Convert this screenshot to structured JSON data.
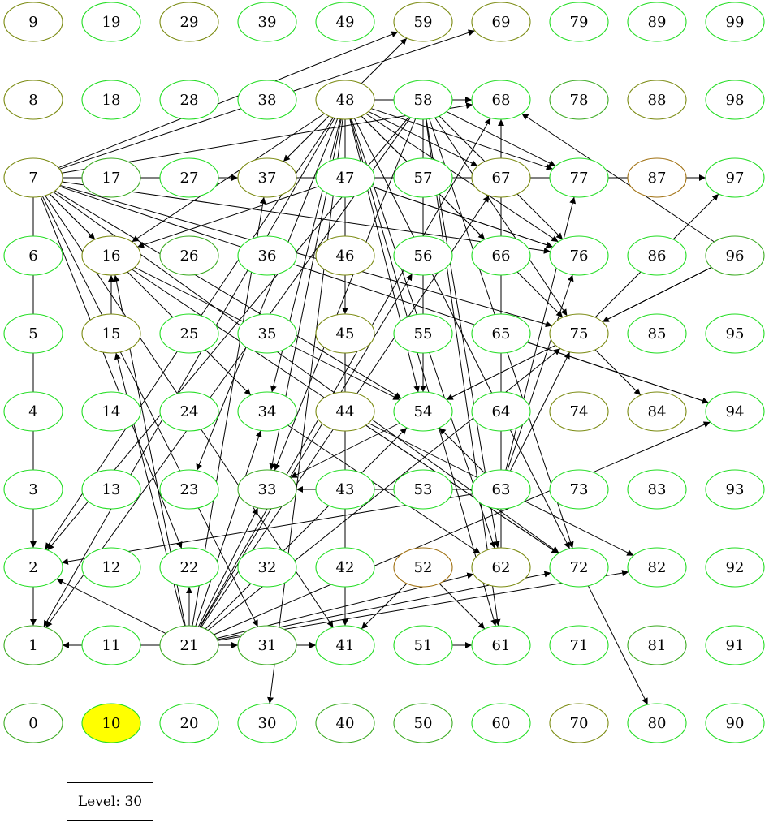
{
  "colors": {
    "node_bright": "#22dd22",
    "node_olive": "#7a8a10",
    "node_green": "#3aaa20",
    "node_brown": "#a07010",
    "highlight_fill": "#ffff00",
    "edge": "#000000"
  },
  "nodes": [
    {
      "id": "0",
      "label": "0",
      "style": "green"
    },
    {
      "id": "1",
      "label": "1",
      "style": "green"
    },
    {
      "id": "2",
      "label": "2",
      "style": "bright"
    },
    {
      "id": "3",
      "label": "3",
      "style": "bright"
    },
    {
      "id": "4",
      "label": "4",
      "style": "bright"
    },
    {
      "id": "5",
      "label": "5",
      "style": "bright"
    },
    {
      "id": "6",
      "label": "6",
      "style": "bright"
    },
    {
      "id": "7",
      "label": "7",
      "style": "olive"
    },
    {
      "id": "8",
      "label": "8",
      "style": "olive"
    },
    {
      "id": "9",
      "label": "9",
      "style": "olive"
    },
    {
      "id": "10",
      "label": "10",
      "style": "highlight"
    },
    {
      "id": "11",
      "label": "11",
      "style": "bright"
    },
    {
      "id": "12",
      "label": "12",
      "style": "bright"
    },
    {
      "id": "13",
      "label": "13",
      "style": "bright"
    },
    {
      "id": "14",
      "label": "14",
      "style": "bright"
    },
    {
      "id": "15",
      "label": "15",
      "style": "olive"
    },
    {
      "id": "16",
      "label": "16",
      "style": "olive"
    },
    {
      "id": "17",
      "label": "17",
      "style": "green"
    },
    {
      "id": "18",
      "label": "18",
      "style": "bright"
    },
    {
      "id": "19",
      "label": "19",
      "style": "bright"
    },
    {
      "id": "20",
      "label": "20",
      "style": "bright"
    },
    {
      "id": "21",
      "label": "21",
      "style": "green"
    },
    {
      "id": "22",
      "label": "22",
      "style": "bright"
    },
    {
      "id": "23",
      "label": "23",
      "style": "bright"
    },
    {
      "id": "24",
      "label": "24",
      "style": "bright"
    },
    {
      "id": "25",
      "label": "25",
      "style": "bright"
    },
    {
      "id": "26",
      "label": "26",
      "style": "green"
    },
    {
      "id": "27",
      "label": "27",
      "style": "bright"
    },
    {
      "id": "28",
      "label": "28",
      "style": "bright"
    },
    {
      "id": "29",
      "label": "29",
      "style": "olive"
    },
    {
      "id": "30",
      "label": "30",
      "style": "bright"
    },
    {
      "id": "31",
      "label": "31",
      "style": "green"
    },
    {
      "id": "32",
      "label": "32",
      "style": "bright"
    },
    {
      "id": "33",
      "label": "33",
      "style": "green"
    },
    {
      "id": "34",
      "label": "34",
      "style": "bright"
    },
    {
      "id": "35",
      "label": "35",
      "style": "bright"
    },
    {
      "id": "36",
      "label": "36",
      "style": "bright"
    },
    {
      "id": "37",
      "label": "37",
      "style": "olive"
    },
    {
      "id": "38",
      "label": "38",
      "style": "bright"
    },
    {
      "id": "39",
      "label": "39",
      "style": "bright"
    },
    {
      "id": "40",
      "label": "40",
      "style": "green"
    },
    {
      "id": "41",
      "label": "41",
      "style": "bright"
    },
    {
      "id": "42",
      "label": "42",
      "style": "bright"
    },
    {
      "id": "43",
      "label": "43",
      "style": "bright"
    },
    {
      "id": "44",
      "label": "44",
      "style": "olive"
    },
    {
      "id": "45",
      "label": "45",
      "style": "olive"
    },
    {
      "id": "46",
      "label": "46",
      "style": "olive"
    },
    {
      "id": "47",
      "label": "47",
      "style": "bright"
    },
    {
      "id": "48",
      "label": "48",
      "style": "olive"
    },
    {
      "id": "49",
      "label": "49",
      "style": "bright"
    },
    {
      "id": "50",
      "label": "50",
      "style": "green"
    },
    {
      "id": "51",
      "label": "51",
      "style": "bright"
    },
    {
      "id": "52",
      "label": "52",
      "style": "brown"
    },
    {
      "id": "53",
      "label": "53",
      "style": "bright"
    },
    {
      "id": "54",
      "label": "54",
      "style": "bright"
    },
    {
      "id": "55",
      "label": "55",
      "style": "bright"
    },
    {
      "id": "56",
      "label": "56",
      "style": "bright"
    },
    {
      "id": "57",
      "label": "57",
      "style": "bright"
    },
    {
      "id": "58",
      "label": "58",
      "style": "bright"
    },
    {
      "id": "59",
      "label": "59",
      "style": "olive"
    },
    {
      "id": "60",
      "label": "60",
      "style": "bright"
    },
    {
      "id": "61",
      "label": "61",
      "style": "bright"
    },
    {
      "id": "62",
      "label": "62",
      "style": "olive"
    },
    {
      "id": "63",
      "label": "63",
      "style": "bright"
    },
    {
      "id": "64",
      "label": "64",
      "style": "bright"
    },
    {
      "id": "65",
      "label": "65",
      "style": "bright"
    },
    {
      "id": "66",
      "label": "66",
      "style": "bright"
    },
    {
      "id": "67",
      "label": "67",
      "style": "olive"
    },
    {
      "id": "68",
      "label": "68",
      "style": "bright"
    },
    {
      "id": "69",
      "label": "69",
      "style": "olive"
    },
    {
      "id": "70",
      "label": "70",
      "style": "olive"
    },
    {
      "id": "71",
      "label": "71",
      "style": "bright"
    },
    {
      "id": "72",
      "label": "72",
      "style": "bright"
    },
    {
      "id": "73",
      "label": "73",
      "style": "bright"
    },
    {
      "id": "74",
      "label": "74",
      "style": "olive"
    },
    {
      "id": "75",
      "label": "75",
      "style": "olive"
    },
    {
      "id": "76",
      "label": "76",
      "style": "bright"
    },
    {
      "id": "77",
      "label": "77",
      "style": "bright"
    },
    {
      "id": "78",
      "label": "78",
      "style": "green"
    },
    {
      "id": "79",
      "label": "79",
      "style": "bright"
    },
    {
      "id": "80",
      "label": "80",
      "style": "bright"
    },
    {
      "id": "81",
      "label": "81",
      "style": "green"
    },
    {
      "id": "82",
      "label": "82",
      "style": "bright"
    },
    {
      "id": "83",
      "label": "83",
      "style": "bright"
    },
    {
      "id": "84",
      "label": "84",
      "style": "olive"
    },
    {
      "id": "85",
      "label": "85",
      "style": "bright"
    },
    {
      "id": "86",
      "label": "86",
      "style": "bright"
    },
    {
      "id": "87",
      "label": "87",
      "style": "brown"
    },
    {
      "id": "88",
      "label": "88",
      "style": "olive"
    },
    {
      "id": "89",
      "label": "89",
      "style": "bright"
    },
    {
      "id": "90",
      "label": "90",
      "style": "bright"
    },
    {
      "id": "91",
      "label": "91",
      "style": "bright"
    },
    {
      "id": "92",
      "label": "92",
      "style": "bright"
    },
    {
      "id": "93",
      "label": "93",
      "style": "bright"
    },
    {
      "id": "94",
      "label": "94",
      "style": "bright"
    },
    {
      "id": "95",
      "label": "95",
      "style": "bright"
    },
    {
      "id": "96",
      "label": "96",
      "style": "green"
    },
    {
      "id": "97",
      "label": "97",
      "style": "bright"
    },
    {
      "id": "98",
      "label": "98",
      "style": "bright"
    },
    {
      "id": "99",
      "label": "99",
      "style": "bright"
    }
  ],
  "edges": [
    [
      "7",
      "59"
    ],
    [
      "7",
      "69"
    ],
    [
      "7",
      "68"
    ],
    [
      "7",
      "37"
    ],
    [
      "7",
      "97"
    ],
    [
      "7",
      "2"
    ],
    [
      "7",
      "1"
    ],
    [
      "7",
      "16"
    ],
    [
      "7",
      "34"
    ],
    [
      "7",
      "54"
    ],
    [
      "7",
      "72"
    ],
    [
      "7",
      "75"
    ],
    [
      "7",
      "76"
    ],
    [
      "7",
      "94"
    ],
    [
      "7",
      "22"
    ],
    [
      "7",
      "31"
    ],
    [
      "7",
      "41"
    ],
    [
      "48",
      "59"
    ],
    [
      "48",
      "68"
    ],
    [
      "48",
      "77"
    ],
    [
      "48",
      "37"
    ],
    [
      "48",
      "16"
    ],
    [
      "48",
      "2"
    ],
    [
      "48",
      "1"
    ],
    [
      "48",
      "33"
    ],
    [
      "48",
      "34"
    ],
    [
      "48",
      "45"
    ],
    [
      "48",
      "41"
    ],
    [
      "48",
      "54"
    ],
    [
      "48",
      "61"
    ],
    [
      "48",
      "62"
    ],
    [
      "48",
      "72"
    ],
    [
      "48",
      "75"
    ],
    [
      "48",
      "76"
    ],
    [
      "48",
      "30"
    ],
    [
      "48",
      "23"
    ],
    [
      "48",
      "67"
    ],
    [
      "48",
      "66"
    ],
    [
      "58",
      "68"
    ],
    [
      "58",
      "77"
    ],
    [
      "58",
      "54"
    ],
    [
      "58",
      "61"
    ],
    [
      "58",
      "62"
    ],
    [
      "58",
      "72"
    ],
    [
      "58",
      "75"
    ],
    [
      "58",
      "76"
    ],
    [
      "58",
      "33"
    ],
    [
      "58",
      "2"
    ],
    [
      "58",
      "1"
    ],
    [
      "21",
      "1"
    ],
    [
      "21",
      "2"
    ],
    [
      "21",
      "22"
    ],
    [
      "21",
      "31"
    ],
    [
      "21",
      "41"
    ],
    [
      "21",
      "33"
    ],
    [
      "21",
      "34"
    ],
    [
      "21",
      "37"
    ],
    [
      "21",
      "54"
    ],
    [
      "21",
      "56"
    ],
    [
      "21",
      "62"
    ],
    [
      "21",
      "72"
    ],
    [
      "21",
      "82"
    ],
    [
      "21",
      "94"
    ],
    [
      "21",
      "68"
    ],
    [
      "21",
      "67"
    ],
    [
      "21",
      "15"
    ],
    [
      "21",
      "16"
    ],
    [
      "21",
      "75"
    ],
    [
      "11",
      "1"
    ],
    [
      "51",
      "61"
    ],
    [
      "31",
      "41"
    ],
    [
      "63",
      "33"
    ],
    [
      "63",
      "2"
    ],
    [
      "63",
      "77"
    ],
    [
      "63",
      "75"
    ],
    [
      "63",
      "76"
    ],
    [
      "63",
      "54"
    ],
    [
      "96",
      "68"
    ],
    [
      "96",
      "75"
    ],
    [
      "96",
      "33"
    ],
    [
      "96",
      "54"
    ],
    [
      "15",
      "16"
    ],
    [
      "16",
      "54"
    ],
    [
      "16",
      "72"
    ],
    [
      "34",
      "62"
    ],
    [
      "52",
      "41"
    ],
    [
      "52",
      "61"
    ],
    [
      "44",
      "72"
    ],
    [
      "44",
      "82"
    ],
    [
      "47",
      "16"
    ],
    [
      "47",
      "76"
    ],
    [
      "47",
      "76"
    ],
    [
      "65",
      "94"
    ],
    [
      "75",
      "84"
    ],
    [
      "75",
      "97"
    ],
    [
      "72",
      "80"
    ],
    [
      "62",
      "68"
    ]
  ],
  "level_label": "Level: 30"
}
